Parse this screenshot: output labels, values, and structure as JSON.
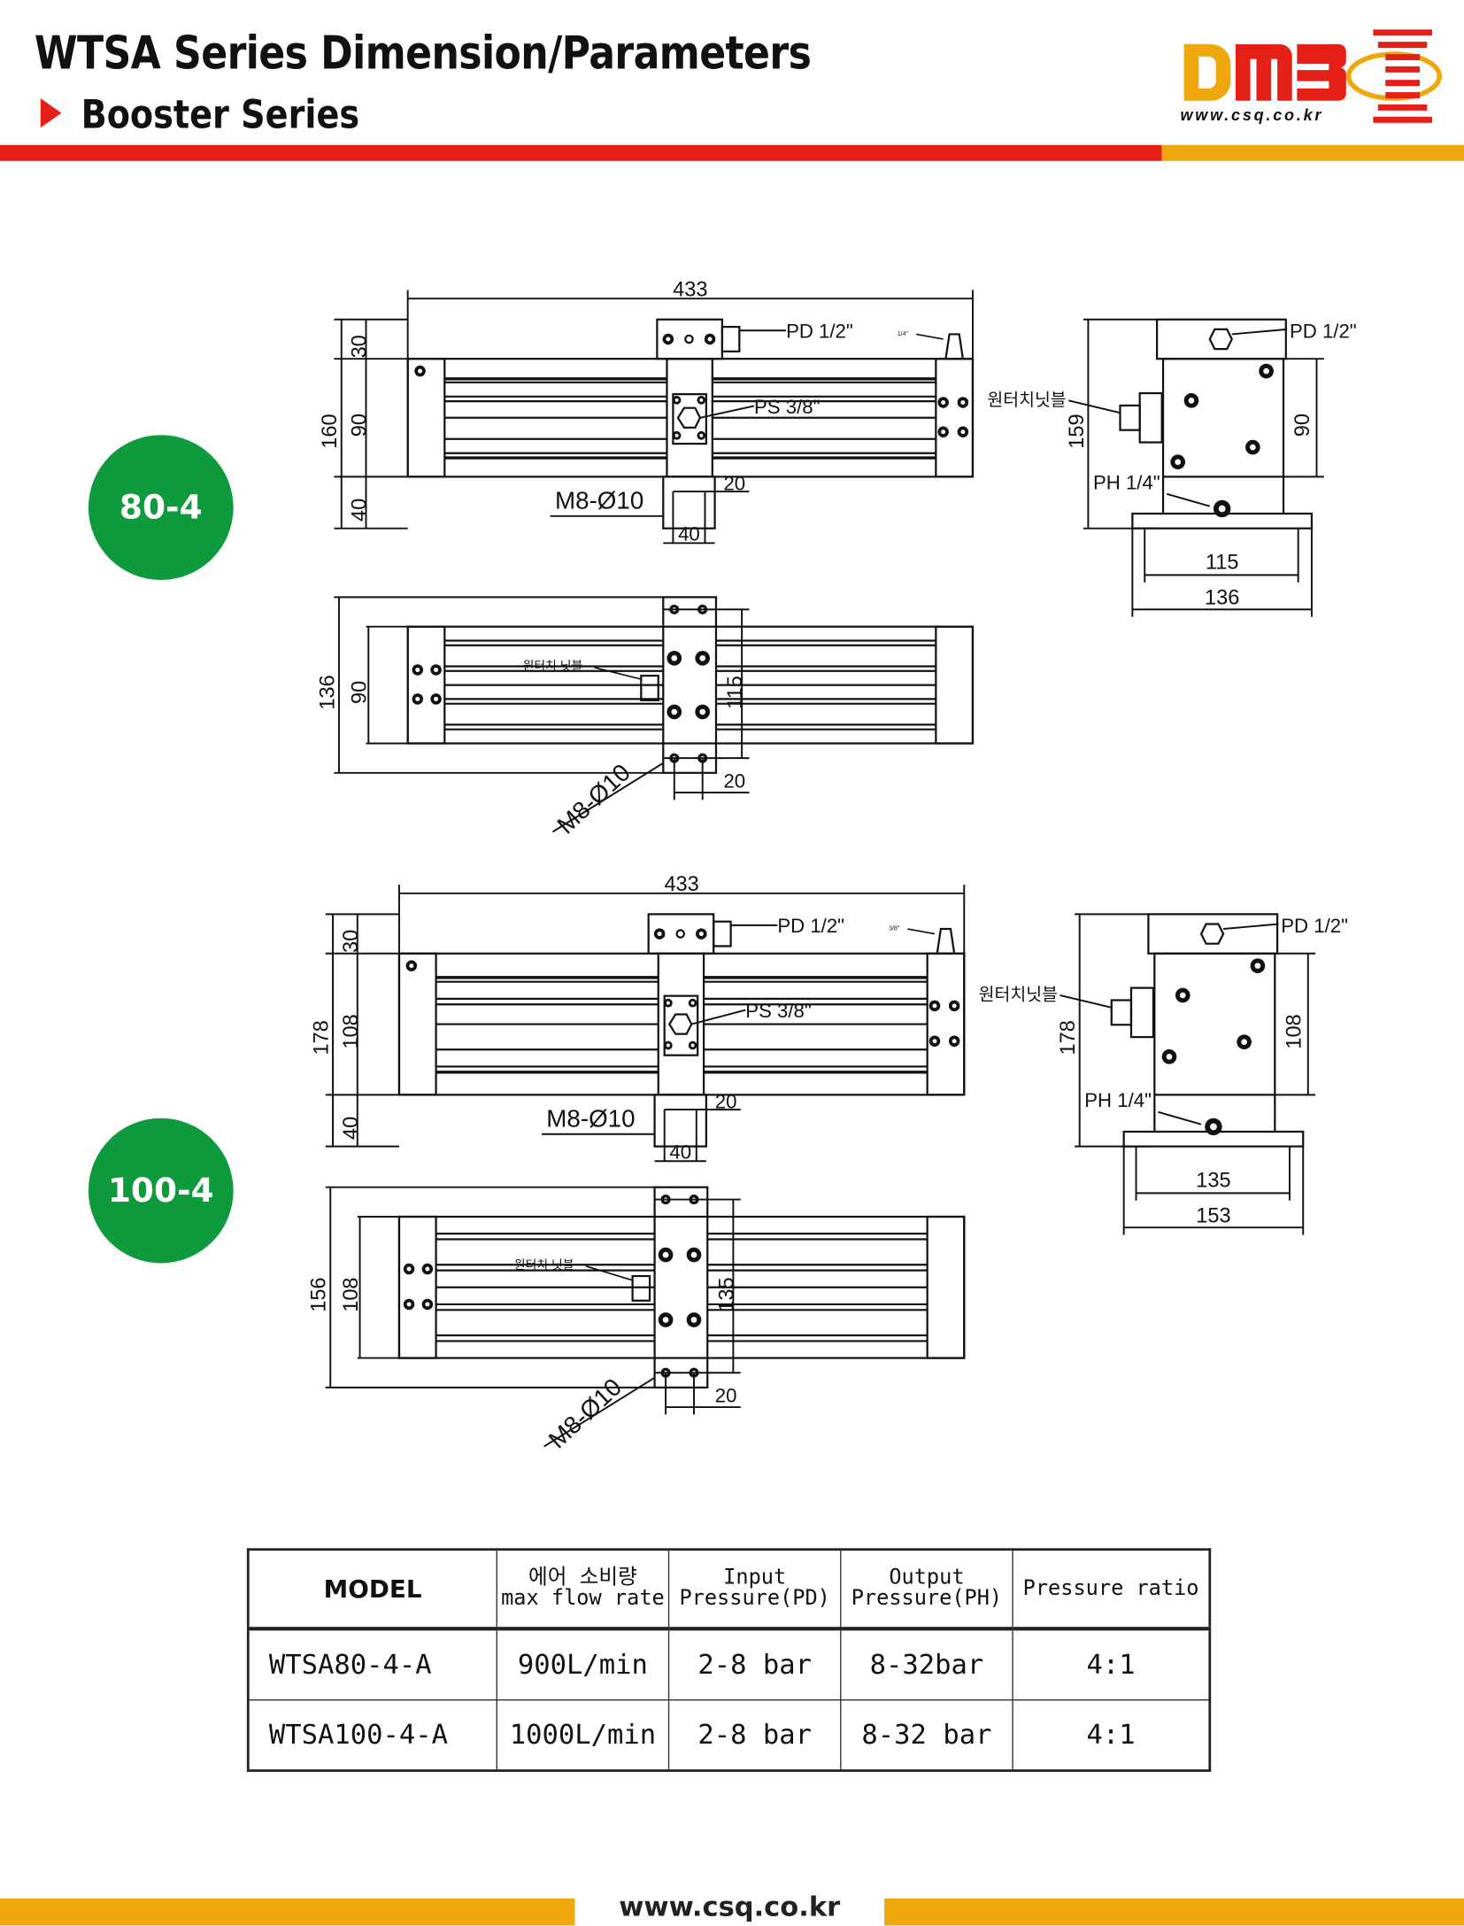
{
  "header": {
    "title": "WTSA Series Dimension/Parameters",
    "subtitle": "Booster Series",
    "logo_text": "DME",
    "logo_url": "www.csq.co.kr",
    "colors": {
      "red": "#e52019",
      "yellow": "#eea80d",
      "green": "#0f9a3e"
    }
  },
  "models": [
    {
      "badge": "80-4",
      "front": {
        "overall": "433",
        "total_h": "160",
        "top_h": "30",
        "body_h": "90",
        "bottom_h": "40",
        "pd": "PD 1/2\"",
        "ps": "PS 3/8\"",
        "small_port": "1/4\"",
        "mount": "M8-Ø10",
        "foot_w": "40",
        "foot_off": "20"
      },
      "top": {
        "total_h": "136",
        "body_h": "90",
        "hole_pitch": "115",
        "hole_off": "20",
        "nipple": "원터치 닛블",
        "mount": "M8-Ø10"
      },
      "side": {
        "pd": "PD 1/2\"",
        "nipple": "원터치닛블",
        "ph": "PH 1/4\"",
        "total_h": "159",
        "body_h": "90",
        "inner_w": "115",
        "outer_w": "136"
      }
    },
    {
      "badge": "100-4",
      "front": {
        "overall": "433",
        "total_h": "178",
        "top_h": "30",
        "body_h": "108",
        "bottom_h": "40",
        "pd": "PD 1/2\"",
        "ps": "PS 3/8\"",
        "small_port": "3/8\"",
        "mount": "M8-Ø10",
        "foot_w": "40",
        "foot_off": "20"
      },
      "top": {
        "total_h": "156",
        "body_h": "108",
        "hole_pitch": "135",
        "hole_off": "20",
        "nipple": "원터치 닛블",
        "mount": "M8-Ø10"
      },
      "side": {
        "pd": "PD 1/2\"",
        "nipple": "원터치닛블",
        "ph": "PH 1/4\"",
        "total_h": "178",
        "body_h": "108",
        "inner_w": "135",
        "outer_w": "153"
      }
    }
  ],
  "table": {
    "headers": [
      "MODEL",
      "에어 소비량",
      "max flow rate",
      "Input",
      "Pressure(PD)",
      "Output",
      "Pressure(PH)",
      "Pressure ratio"
    ],
    "rows": [
      [
        "WTSA80-4-A",
        "900L/min",
        "2-8 bar",
        "8-32bar",
        "4:1"
      ],
      [
        "WTSA100-4-A",
        "1000L/min",
        "2-8 bar",
        "8-32 bar",
        "4:1"
      ]
    ]
  },
  "footer": {
    "url": "www.csq.co.kr"
  }
}
